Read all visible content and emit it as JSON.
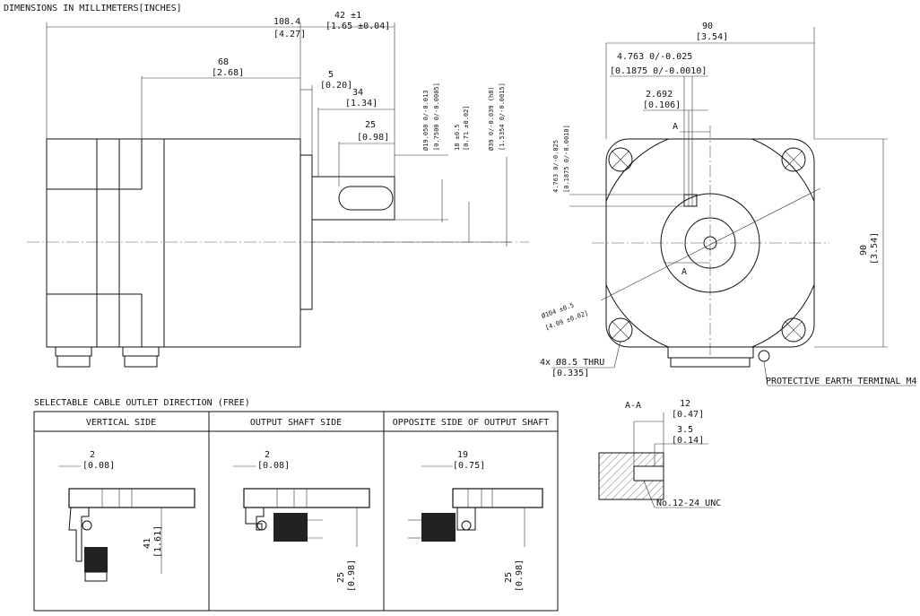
{
  "header": "DIMENSIONS IN MILLIMETERS[INCHES]",
  "side": {
    "d1": "108.4",
    "d1i": "[4.27]",
    "d2": "42 ±1",
    "d2i": "[1.65 ±0.04]",
    "d3": "68",
    "d3i": "[2.68]",
    "d4": "5",
    "d4i": "[0.20]",
    "d5": "34",
    "d5i": "[1.34]",
    "d6": "25",
    "d6i": "[0.98]",
    "v1": "Ø19.050 0/-0.013",
    "v1i": "[0.7500 0/-0.0005]",
    "v2": "18 ±0.5",
    "v2i": "[0.71 ±0.02]",
    "v3": "Ø39 0/-0.039 (h8)",
    "v3i": "[1.5354 0/-0.0015]"
  },
  "front": {
    "w": "90",
    "wi": "[3.54]",
    "k1": "4.763 0/-0.025",
    "k1i": "[0.1875 0/-0.0010]",
    "k2": "2.692",
    "k2i": "[0.106]",
    "kv": "4.763 0/-0.025",
    "kvi": "[0.1875 0/-0.0010]",
    "h": "90",
    "hi": "[3.54]",
    "sec": "A",
    "pcd": "Ø104 ±0.5",
    "pcdi": "[4.09 ±0.02]",
    "hole": "4x Ø8.5 THRU",
    "holei": "[0.335]",
    "pe": "PROTECTIVE EARTH TERMINAL M4"
  },
  "section": {
    "title": "A-A",
    "d1": "12",
    "d1i": "[0.47]",
    "d2": "3.5",
    "d2i": "[0.14]",
    "thread": "No.12-24 UNC"
  },
  "cable": {
    "title": "SELECTABLE CABLE OUTLET DIRECTION (FREE)",
    "cols": [
      {
        "label": "VERTICAL SIDE",
        "a": "2",
        "ai": "[0.08]",
        "b": "41",
        "bi": "[1.61]"
      },
      {
        "label": "OUTPUT SHAFT SIDE",
        "a": "2",
        "ai": "[0.08]",
        "b": "25",
        "bi": "[0.98]"
      },
      {
        "label": "OPPOSITE SIDE OF OUTPUT SHAFT",
        "a": "19",
        "ai": "[0.75]",
        "b": "25",
        "bi": "[0.98]"
      }
    ]
  }
}
